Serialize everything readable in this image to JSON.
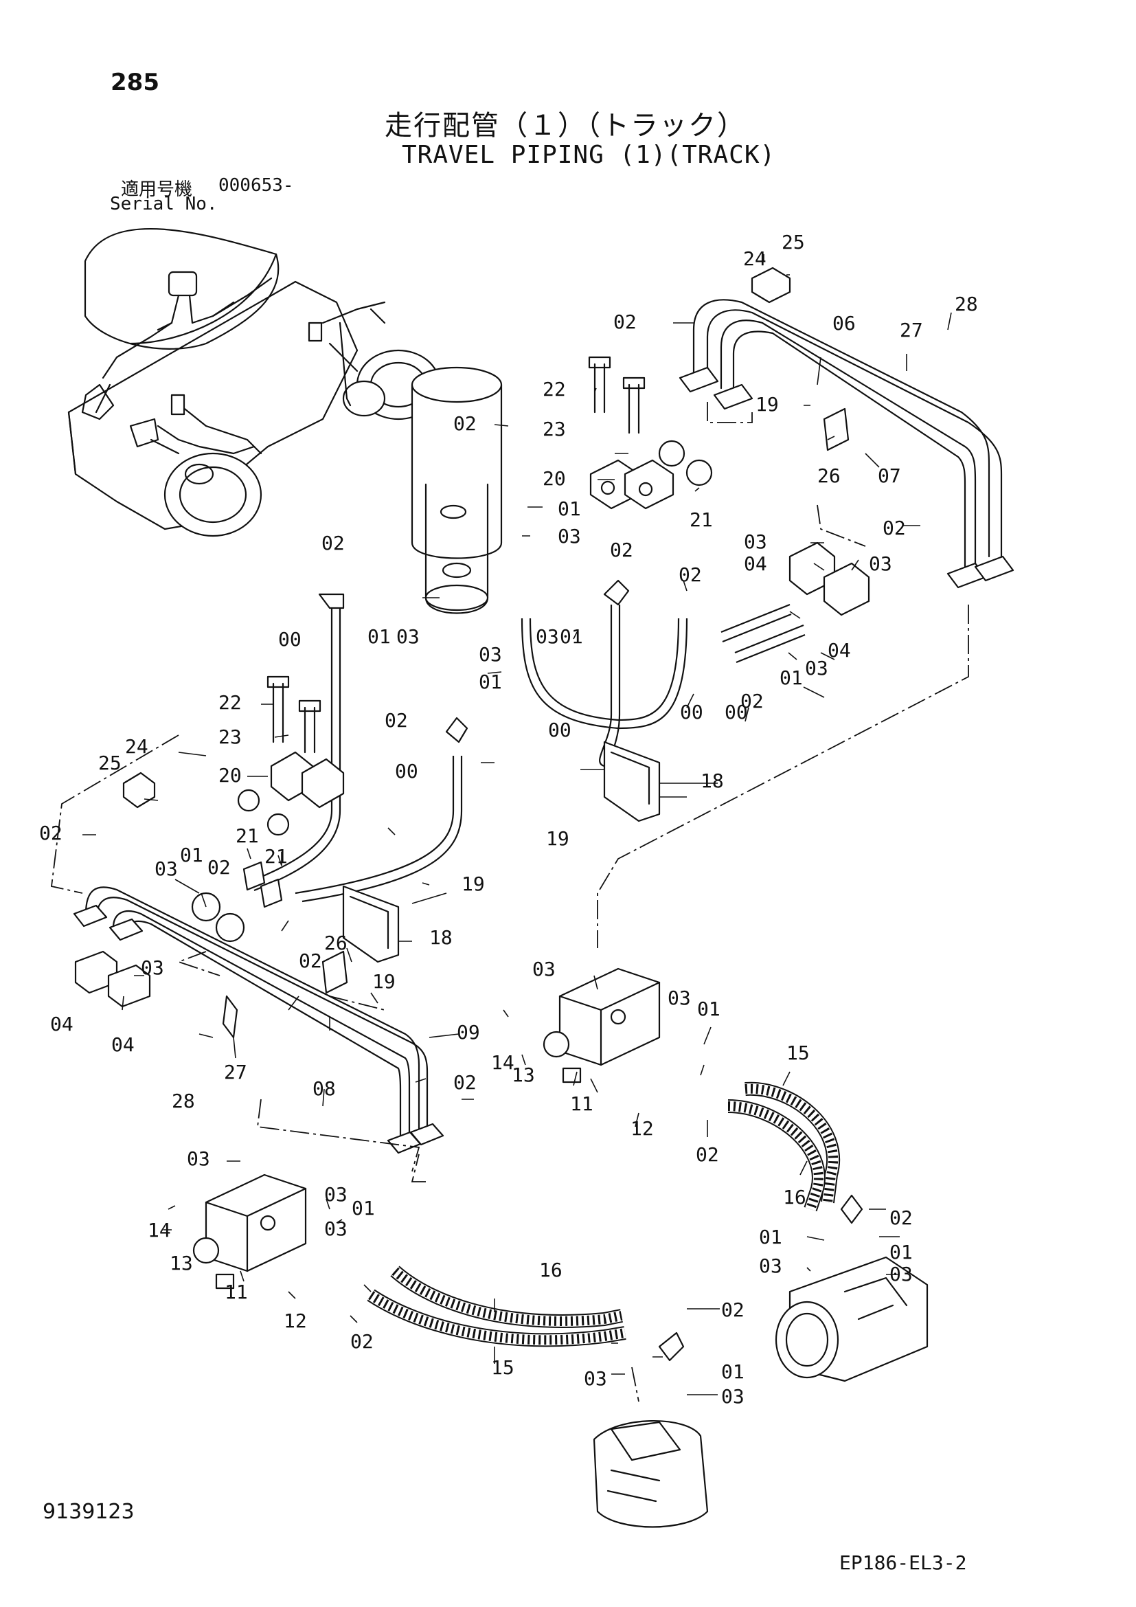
{
  "header": {
    "page_number": "285",
    "title_jp": "走行配管（１）（トラック）",
    "title_en": "TRAVEL PIPING (1)(TRACK)",
    "serial_label_jp": "適用号機",
    "serial_value": "000653-",
    "serial_label_en": "Serial No."
  },
  "footer": {
    "doc_number": "9139123",
    "figure_code": "EP186-EL3-2"
  },
  "callouts": [
    "25",
    "24",
    "28",
    "02",
    "06",
    "27",
    "22",
    "19",
    "02",
    "23",
    "26",
    "07",
    "20",
    "01",
    "21",
    "02",
    "03",
    "03",
    "04",
    "03",
    "02",
    "02",
    "01",
    "03",
    "00",
    "03",
    "01",
    "02",
    "00",
    "04",
    "01",
    "03",
    "03",
    "01",
    "02",
    "02",
    "00",
    "00",
    "22",
    "23",
    "24",
    "18",
    "20",
    "25",
    "02",
    "21",
    "21",
    "19",
    "02",
    "01",
    "03",
    "19",
    "00",
    "18",
    "26",
    "03",
    "02",
    "19",
    "04",
    "04",
    "03",
    "09",
    "28",
    "27",
    "08",
    "02",
    "14",
    "13",
    "03",
    "03",
    "01",
    "15",
    "11",
    "12",
    "02",
    "16",
    "02",
    "01",
    "01",
    "03",
    "03",
    "03",
    "03",
    "01",
    "14",
    "13",
    "16",
    "11",
    "12",
    "02",
    "02",
    "15",
    "01",
    "03",
    "03"
  ]
}
